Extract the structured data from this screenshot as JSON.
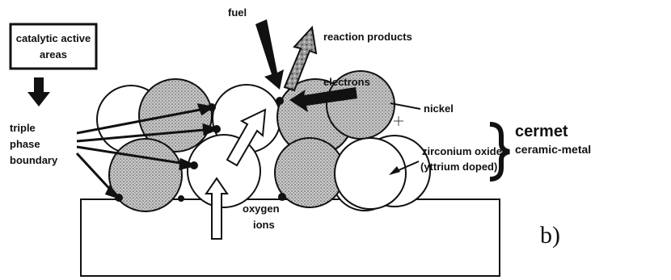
{
  "labels": {
    "catalytic_line1": "catalytic  active",
    "catalytic_line2": "areas",
    "fuel": "fuel",
    "reaction_products": "reaction products",
    "electrons": "electrons",
    "nickel": "nickel",
    "triple": "triple",
    "phase": "phase",
    "boundary": "boundary",
    "zirconium_line1": "zirconium oxide",
    "zirconium_line2": "(yttrium doped)",
    "cermet": "cermet",
    "ceramic_metal": "ceramic-metal",
    "oxygen": "oxygen",
    "ions": "ions",
    "panel_letter": "b)"
  }
}
